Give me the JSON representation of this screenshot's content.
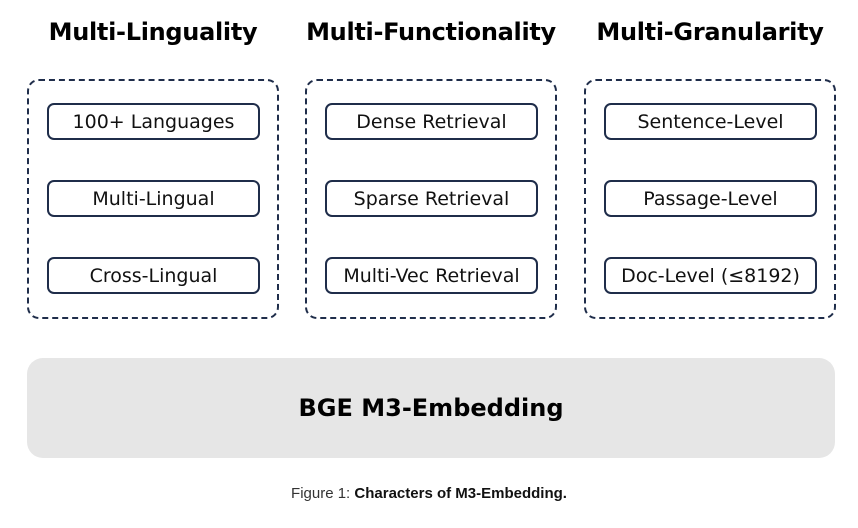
{
  "columns": [
    {
      "title": "Multi-Linguality",
      "items": [
        "100+ Languages",
        "Multi-Lingual",
        "Cross-Lingual"
      ]
    },
    {
      "title": "Multi-Functionality",
      "items": [
        "Dense Retrieval",
        "Sparse Retrieval",
        "Multi-Vec Retrieval"
      ]
    },
    {
      "title": "Multi-Granularity",
      "items": [
        "Sentence-Level",
        "Passage-Level",
        "Doc-Level (≤8192)"
      ]
    }
  ],
  "base": {
    "label": "BGE M3-Embedding"
  },
  "caption": {
    "prefix": "Figure 1: ",
    "text": "Characters of M3-Embedding."
  },
  "colors": {
    "border": "#1f2d4a",
    "base_fill": "#e6e6e6"
  }
}
